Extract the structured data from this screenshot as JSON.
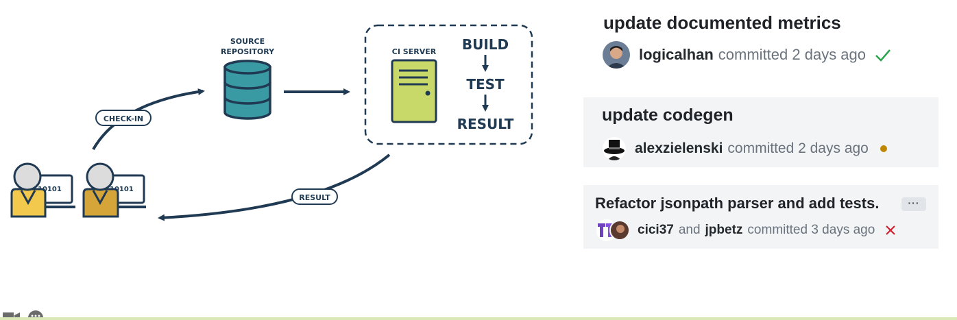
{
  "diagram": {
    "source_repository_label": [
      "SOURCE",
      "REPOSITORY"
    ],
    "ci_server_label": "CI SERVER",
    "steps": [
      "BUILD",
      "TEST",
      "RESULT"
    ],
    "check_in_label": "CHECK-IN",
    "result_label": "RESULT",
    "laptop_text": "10101"
  },
  "commits": [
    {
      "title": "update documented metrics",
      "author": "logicalhan",
      "meta": "committed 2 days ago",
      "status": "success",
      "status_icon": "check-icon"
    },
    {
      "title": "update codegen",
      "author": "alexzielenski",
      "meta": "committed 2 days ago",
      "status": "pending",
      "status_icon": "dot-icon"
    },
    {
      "title": "Refactor jsonpath parser and add tests.",
      "author": "cici37",
      "connector": "and",
      "coauthor": "jpbetz",
      "meta": "committed 3 days ago",
      "status": "failure",
      "status_icon": "x-icon",
      "more_label": "···"
    }
  ],
  "colors": {
    "dark": "#1f3a52",
    "database": "#3a9aa3",
    "server": "#c8d96a",
    "person_light": "#f2c94c",
    "person_dark": "#d6a53a",
    "success": "#2da44e",
    "pending": "#bf8700",
    "failure": "#cf222e"
  }
}
